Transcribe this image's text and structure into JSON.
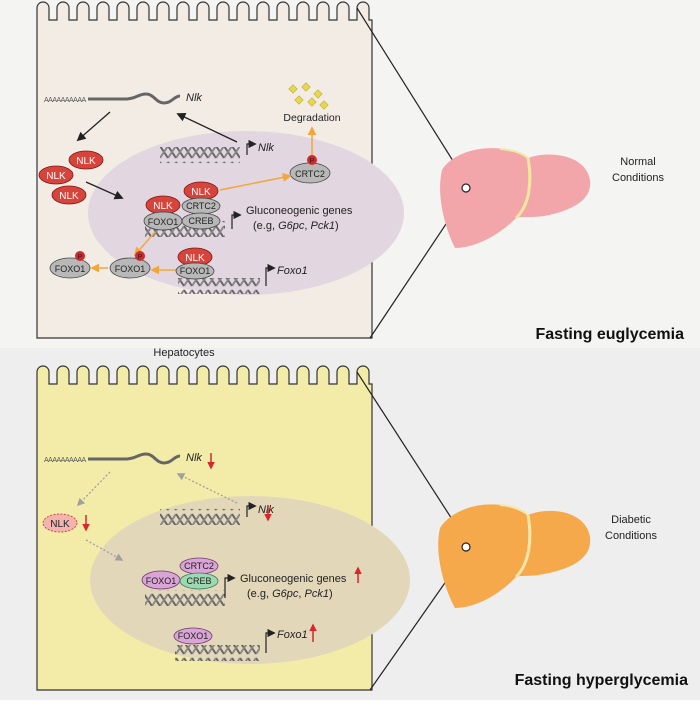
{
  "panel_top": {
    "title": "Fasting euglycemia",
    "liver_label_line1": "Normal",
    "liver_label_line2": "Conditions",
    "mrna_label": "Nlk",
    "nlk_gene_label": "Nlk",
    "degradation_label": "Degradation",
    "nlk_protein": "NLK",
    "crtc2": "CRTC2",
    "creb": "CREB",
    "foxo1": "FOXO1",
    "p_label": "P",
    "genes_line1": "Gluconeogenic genes",
    "genes_line2_prefix": "(e.g, ",
    "genes_line2_g6pc": "G6pc",
    "genes_line2_sep": ", ",
    "genes_line2_pck1": "Pck1",
    "genes_line2_suffix": ")",
    "foxo1_gene_label": "Foxo1"
  },
  "hepatocytes_label": "Hepatocytes",
  "panel_bottom": {
    "title": "Fasting hyperglycemia",
    "liver_label_line1": "Diabetic",
    "liver_label_line2": "Conditions",
    "mrna_label": "Nlk",
    "nlk_gene_label": "Nlk",
    "nlk_protein": "NLK",
    "crtc2": "CRTC2",
    "creb": "CREB",
    "foxo1": "FOXO1",
    "genes_line1": "Gluconeogenic genes",
    "genes_line2_prefix": "(e.g, ",
    "genes_line2_g6pc": "G6pc",
    "genes_line2_sep": ", ",
    "genes_line2_pck1": "Pck1",
    "genes_line2_suffix": ")",
    "foxo1_gene_label": "Foxo1"
  },
  "colors": {
    "top_background": "#f4f4f2",
    "bottom_background": "#eeeeef",
    "top_cell": "#f2ece4",
    "bottom_cell": "#f2eca8",
    "top_nucleus": "#e2d6e0",
    "bottom_nucleus": "#e3d7ba",
    "nlk_red": "#d8443c",
    "grey_protein": "#b8b8b8",
    "crtc2_purple": "#d9a4d6",
    "creb_green": "#9ed8b2",
    "normal_liver": "#f2a6a9",
    "diabetic_liver": "#f6a94a",
    "arrow_orange": "#f3a73b",
    "decrease_increase_arrow": "#d8262c",
    "degradation_dots": "#e7d84b"
  }
}
